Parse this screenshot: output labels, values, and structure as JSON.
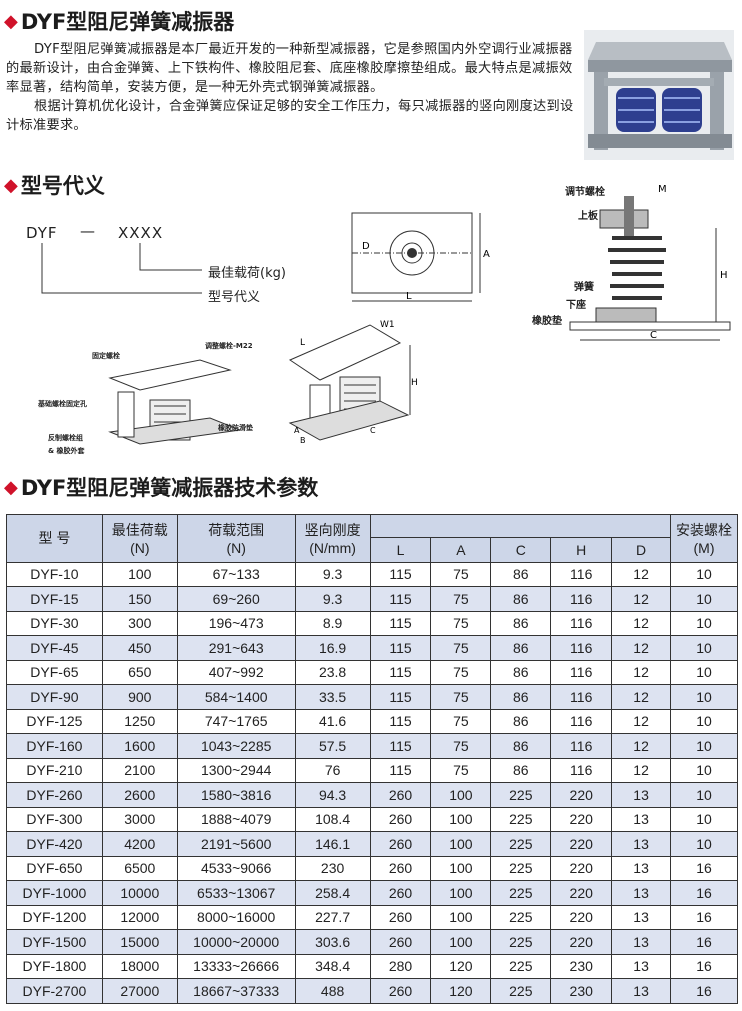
{
  "section1": {
    "title": "DYF型阻尼弹簧减振器",
    "paragraphs": [
      "DYF型阻尼弹簧减振器是本厂最近开发的一种新型减振器，它是参照国内外空调行业减振器的最新设计，由合金弹簧、上下铁构件、橡胶阻尼套、底座橡胶摩擦垫组成。最大特点是减振效率显著，结构简单，安装方便，是一种无外壳式钢弹簧减振器。",
      "根据计算机优化设计，合金弹簧应保证足够的安全工作压力，每只减振器的竖向刚度达到设计标准要求。"
    ]
  },
  "section2": {
    "title": "型号代义",
    "code_prefix": "DYF",
    "code_dash": "—",
    "code_suffix": "XXXX",
    "legend_load": "最佳载荷(kg)",
    "legend_model": "型号代义"
  },
  "diagram_labels": {
    "adjust_bolt": "调节螺栓",
    "top_plate": "上板",
    "spring": "弹簧",
    "base": "下座",
    "rubber_pad": "橡胶垫",
    "M": "M",
    "H": "H",
    "C": "C",
    "L": "L",
    "A": "A",
    "D": "D",
    "W1": "W1",
    "B": "B",
    "fix_bolt": "固定螺栓",
    "adjust_bolt_m22": "调整螺栓-M22",
    "foundation_hole": "基础螺栓固定孔",
    "anti_bolt": "反制螺栓组",
    "rubber_sleeve": "& 橡胶外套",
    "anti_slip": "橡胶防滑垫"
  },
  "section3": {
    "title": "DYF型阻尼弹簧减振器技术参数"
  },
  "table": {
    "headers": {
      "model": "型  号",
      "best_load": "最佳荷载",
      "best_load_unit": "(N)",
      "range": "荷载范围",
      "range_unit": "(N)",
      "stiffness": "竖向刚度",
      "stiffness_unit": "(N/mm)",
      "L": "L",
      "A": "A",
      "C": "C",
      "H": "H",
      "D": "D",
      "bolt": "安装螺栓",
      "bolt_unit": "(M)"
    },
    "rows": [
      [
        "DYF-10",
        "100",
        "67~133",
        "9.3",
        "115",
        "75",
        "86",
        "116",
        "12",
        "10"
      ],
      [
        "DYF-15",
        "150",
        "69~260",
        "9.3",
        "115",
        "75",
        "86",
        "116",
        "12",
        "10"
      ],
      [
        "DYF-30",
        "300",
        "196~473",
        "8.9",
        "115",
        "75",
        "86",
        "116",
        "12",
        "10"
      ],
      [
        "DYF-45",
        "450",
        "291~643",
        "16.9",
        "115",
        "75",
        "86",
        "116",
        "12",
        "10"
      ],
      [
        "DYF-65",
        "650",
        "407~992",
        "23.8",
        "115",
        "75",
        "86",
        "116",
        "12",
        "10"
      ],
      [
        "DYF-90",
        "900",
        "584~1400",
        "33.5",
        "115",
        "75",
        "86",
        "116",
        "12",
        "10"
      ],
      [
        "DYF-125",
        "1250",
        "747~1765",
        "41.6",
        "115",
        "75",
        "86",
        "116",
        "12",
        "10"
      ],
      [
        "DYF-160",
        "1600",
        "1043~2285",
        "57.5",
        "115",
        "75",
        "86",
        "116",
        "12",
        "10"
      ],
      [
        "DYF-210",
        "2100",
        "1300~2944",
        "76",
        "115",
        "75",
        "86",
        "116",
        "12",
        "10"
      ],
      [
        "DYF-260",
        "2600",
        "1580~3816",
        "94.3",
        "260",
        "100",
        "225",
        "220",
        "13",
        "10"
      ],
      [
        "DYF-300",
        "3000",
        "1888~4079",
        "108.4",
        "260",
        "100",
        "225",
        "220",
        "13",
        "10"
      ],
      [
        "DYF-420",
        "4200",
        "2191~5600",
        "146.1",
        "260",
        "100",
        "225",
        "220",
        "13",
        "10"
      ],
      [
        "DYF-650",
        "6500",
        "4533~9066",
        "230",
        "260",
        "100",
        "225",
        "220",
        "13",
        "16"
      ],
      [
        "DYF-1000",
        "10000",
        "6533~13067",
        "258.4",
        "260",
        "100",
        "225",
        "220",
        "13",
        "16"
      ],
      [
        "DYF-1200",
        "12000",
        "8000~16000",
        "227.7",
        "260",
        "100",
        "225",
        "220",
        "13",
        "16"
      ],
      [
        "DYF-1500",
        "15000",
        "10000~20000",
        "303.6",
        "260",
        "100",
        "225",
        "220",
        "13",
        "16"
      ],
      [
        "DYF-1800",
        "18000",
        "13333~26666",
        "348.4",
        "280",
        "120",
        "225",
        "230",
        "13",
        "16"
      ],
      [
        "DYF-2700",
        "27000",
        "18667~37333",
        "488",
        "260",
        "120",
        "225",
        "230",
        "13",
        "16"
      ]
    ]
  }
}
